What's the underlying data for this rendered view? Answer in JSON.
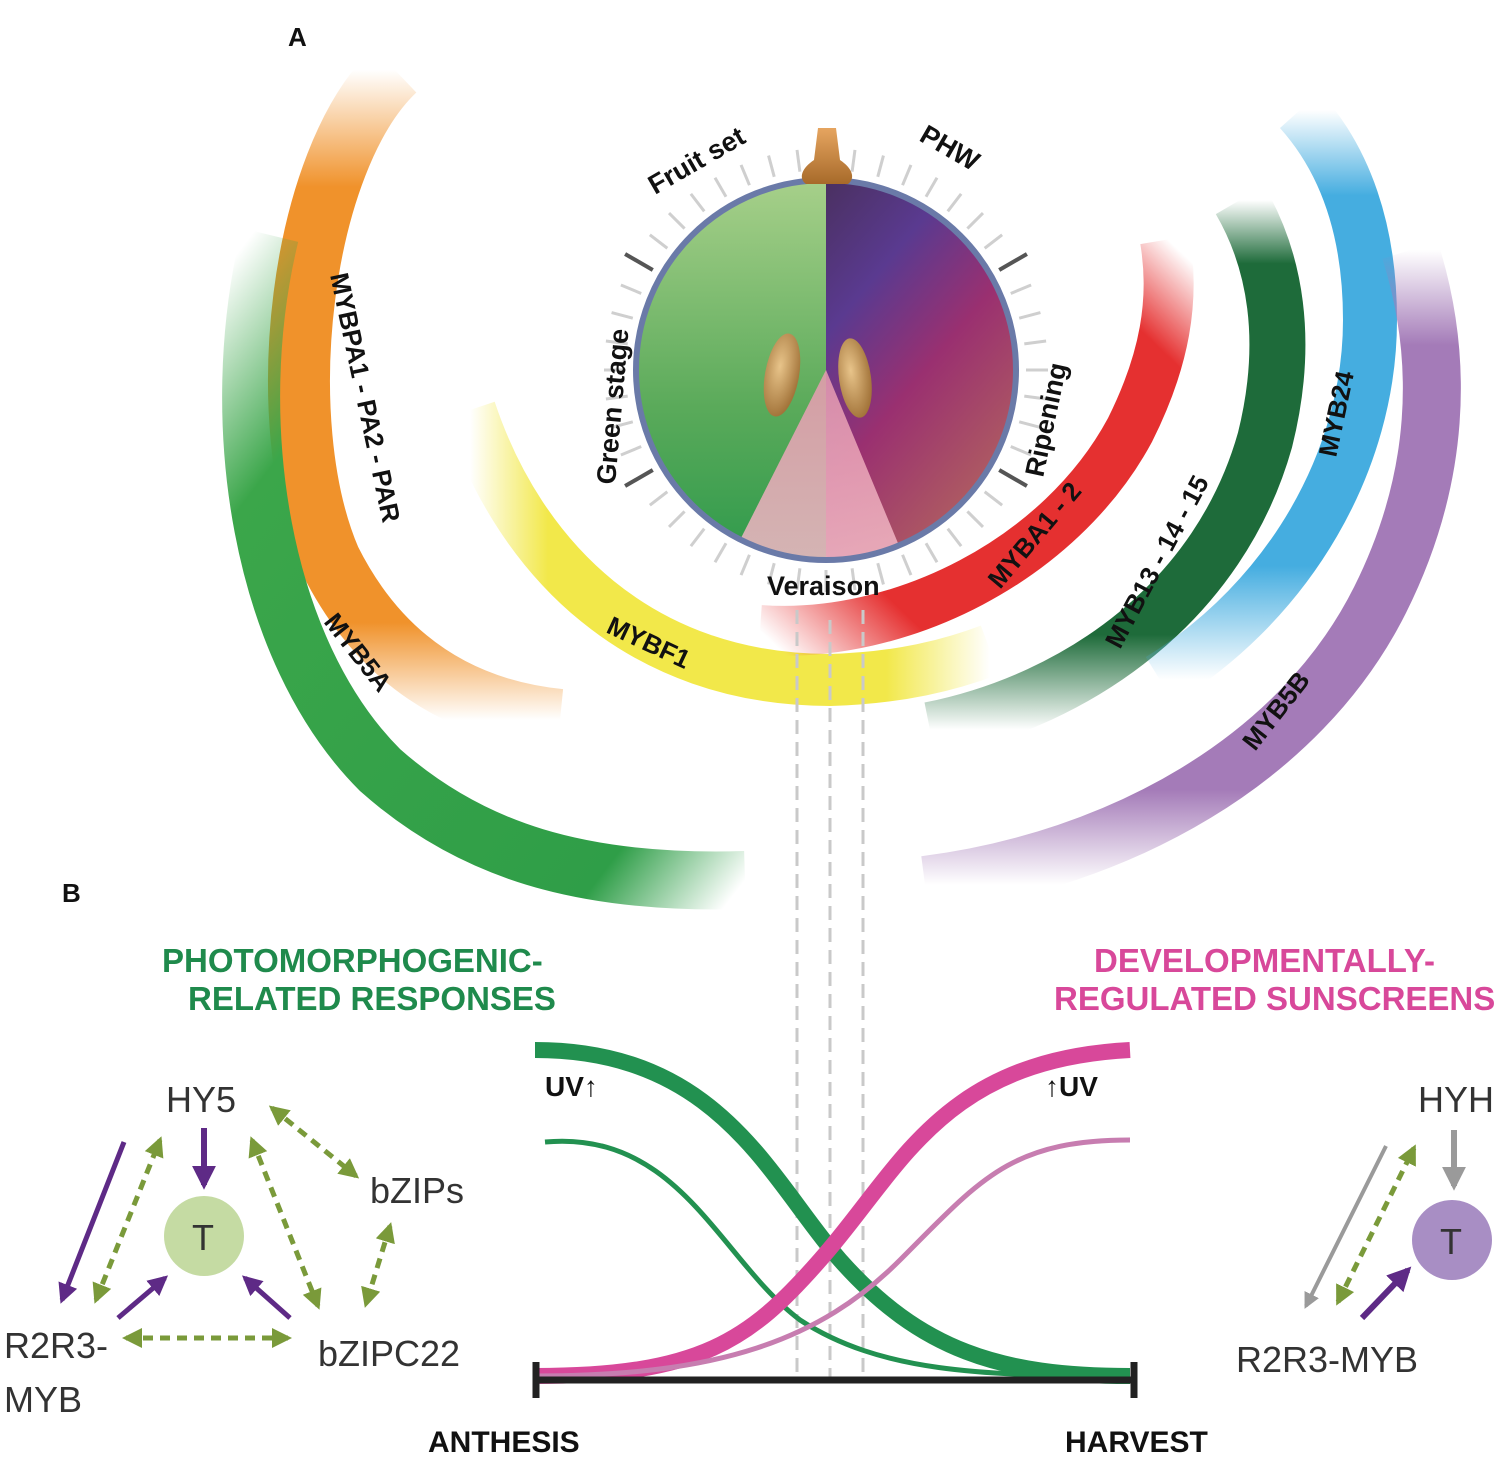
{
  "panels": {
    "a": "A",
    "b": "B"
  },
  "stages": {
    "fruit_set": "Fruit set",
    "phw": "PHW",
    "green_stage": "Green stage",
    "ripening": "Ripening",
    "veraison": "Veraison"
  },
  "arcs": {
    "mybpa": "MYBPA1 - PA2 - PAR",
    "myb5a": "MYB5A",
    "mybf1": "MYBF1",
    "myba": "MYBA1 - 2",
    "myb13": "MYB13 - 14 - 15",
    "myb24": "MYB24",
    "myb5b": "MYB5B"
  },
  "headings": {
    "left_line1": "PHOTOMORPHOGENIC-",
    "left_line2": "RELATED RESPONSES",
    "right_line1": "DEVELOPMENTALLY-",
    "right_line2": "REGULATED SUNSCREENS"
  },
  "left_network": {
    "hy5": "HY5",
    "t": "T",
    "bzips": "bZIPs",
    "r2r3_line1": "R2R3-",
    "r2r3_line2": "MYB",
    "bzipc22": "bZIPC22"
  },
  "right_network": {
    "hyh": "HYH",
    "t": "T",
    "r2r3": "R2R3-MYB"
  },
  "timeline": {
    "uv_left": "UV↑",
    "uv_right": "↑UV",
    "start": "ANTHESIS",
    "end": "HARVEST"
  },
  "colors": {
    "green": "#1f8a4c",
    "pink": "#d8489a",
    "orange": "#f0922b",
    "yellow": "#f2e84a",
    "red": "#e53030",
    "dark_green": "#1e6b3a",
    "blue": "#45ade0",
    "purple": "#a47bb8",
    "arrow_purple": "#5e2a86",
    "arrow_olive": "#7a9a3a"
  }
}
